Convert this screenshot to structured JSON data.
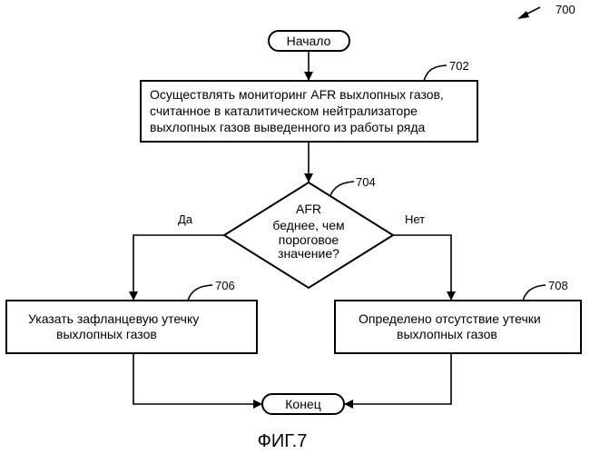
{
  "figure_number": "700",
  "figure_caption": "ФИГ.7",
  "start": {
    "label": "Начало"
  },
  "end": {
    "label": "Конец"
  },
  "step_702": {
    "ref": "702",
    "lines": [
      "Осуществлять мониторинг AFR выхлопных газов,",
      "считанное в каталитическом нейтрализаторе",
      "выхлопных газов выведенного из работы ряда"
    ]
  },
  "decision_704": {
    "ref": "704",
    "lines": [
      "AFR",
      "беднее, чем",
      "пороговое",
      "значение?"
    ],
    "yes_label": "Да",
    "no_label": "Нет"
  },
  "step_706": {
    "ref": "706",
    "lines": [
      "Указать зафланцевую утечку",
      "выхлопных газов"
    ]
  },
  "step_708": {
    "ref": "708",
    "lines": [
      "Определено отсутствие утечки",
      "выхлопных газов"
    ]
  }
}
